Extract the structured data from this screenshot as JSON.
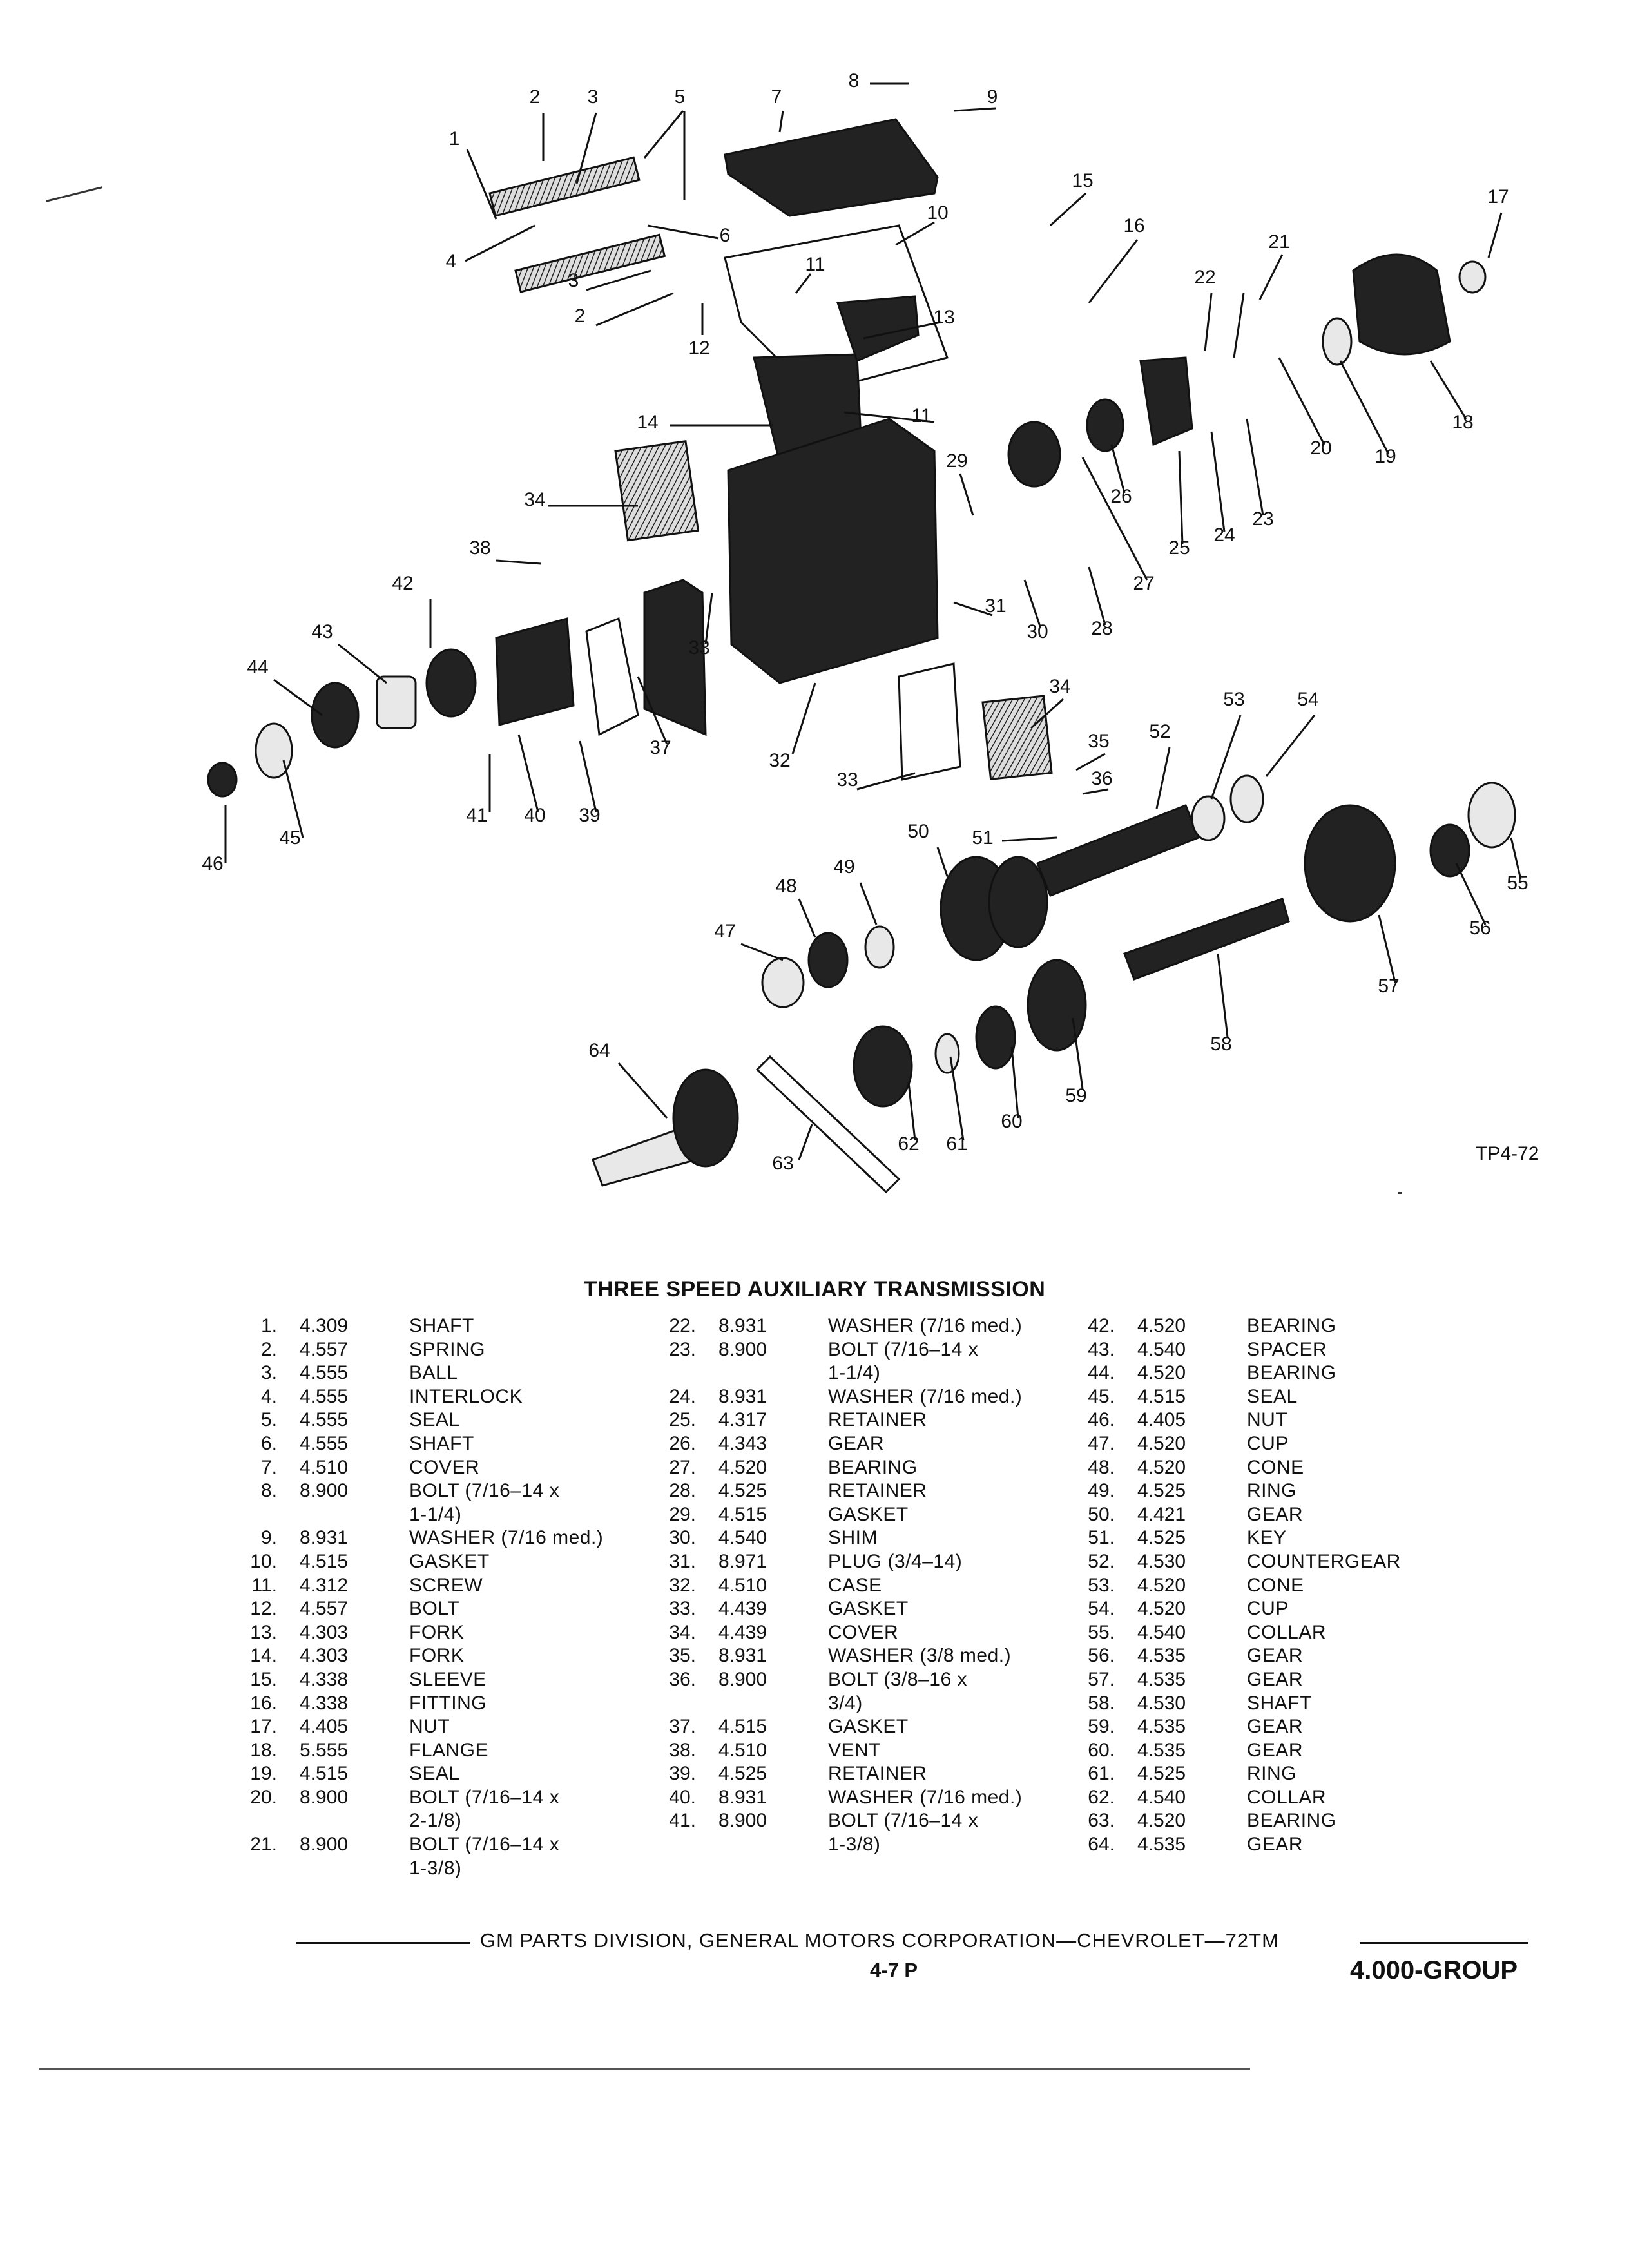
{
  "diagram": {
    "ref_code": "TP4-72",
    "callouts": [
      "1",
      "2",
      "3",
      "4",
      "5",
      "6",
      "7",
      "8",
      "9",
      "10",
      "11",
      "12",
      "13",
      "14",
      "15",
      "16",
      "17",
      "18",
      "19",
      "20",
      "21",
      "22",
      "23",
      "24",
      "25",
      "26",
      "27",
      "28",
      "29",
      "30",
      "31",
      "32",
      "33",
      "34",
      "35",
      "36",
      "37",
      "38",
      "39",
      "40",
      "41",
      "42",
      "43",
      "44",
      "45",
      "46",
      "47",
      "48",
      "49",
      "50",
      "51",
      "52",
      "53",
      "54",
      "55",
      "56",
      "57",
      "58",
      "59",
      "60",
      "61",
      "62",
      "63",
      "64"
    ]
  },
  "table_title": "THREE SPEED AUXILIARY TRANSMISSION",
  "parts_columns": [
    [
      {
        "num": "1.",
        "code": "4.309",
        "desc": "SHAFT"
      },
      {
        "num": "2.",
        "code": "4.557",
        "desc": "SPRING"
      },
      {
        "num": "3.",
        "code": "4.555",
        "desc": "BALL"
      },
      {
        "num": "4.",
        "code": "4.555",
        "desc": "INTERLOCK"
      },
      {
        "num": "5.",
        "code": "4.555",
        "desc": "SEAL"
      },
      {
        "num": "6.",
        "code": "4.555",
        "desc": "SHAFT"
      },
      {
        "num": "7.",
        "code": "4.510",
        "desc": "COVER"
      },
      {
        "num": "8.",
        "code": "8.900",
        "desc": "BOLT (7/16–14 x"
      },
      {
        "num": "",
        "code": "",
        "desc": "1-1/4)"
      },
      {
        "num": "9.",
        "code": "8.931",
        "desc": "WASHER (7/16 med.)"
      },
      {
        "num": "10.",
        "code": "4.515",
        "desc": "GASKET"
      },
      {
        "num": "11.",
        "code": "4.312",
        "desc": "SCREW"
      },
      {
        "num": "12.",
        "code": "4.557",
        "desc": "BOLT"
      },
      {
        "num": "13.",
        "code": "4.303",
        "desc": "FORK"
      },
      {
        "num": "14.",
        "code": "4.303",
        "desc": "FORK"
      },
      {
        "num": "15.",
        "code": "4.338",
        "desc": "SLEEVE"
      },
      {
        "num": "16.",
        "code": "4.338",
        "desc": "FITTING"
      },
      {
        "num": "17.",
        "code": "4.405",
        "desc": "NUT"
      },
      {
        "num": "18.",
        "code": "5.555",
        "desc": "FLANGE"
      },
      {
        "num": "19.",
        "code": "4.515",
        "desc": "SEAL"
      },
      {
        "num": "20.",
        "code": "8.900",
        "desc": "BOLT (7/16–14 x"
      },
      {
        "num": "",
        "code": "",
        "desc": "2-1/8)"
      },
      {
        "num": "21.",
        "code": "8.900",
        "desc": "BOLT (7/16–14 x"
      },
      {
        "num": "",
        "code": "",
        "desc": "1-3/8)"
      }
    ],
    [
      {
        "num": "22.",
        "code": "8.931",
        "desc": "WASHER (7/16 med.)"
      },
      {
        "num": "23.",
        "code": "8.900",
        "desc": "BOLT (7/16–14 x"
      },
      {
        "num": "",
        "code": "",
        "desc": "1-1/4)"
      },
      {
        "num": "24.",
        "code": "8.931",
        "desc": "WASHER (7/16 med.)"
      },
      {
        "num": "25.",
        "code": "4.317",
        "desc": "RETAINER"
      },
      {
        "num": "26.",
        "code": "4.343",
        "desc": "GEAR"
      },
      {
        "num": "27.",
        "code": "4.520",
        "desc": "BEARING"
      },
      {
        "num": "28.",
        "code": "4.525",
        "desc": "RETAINER"
      },
      {
        "num": "29.",
        "code": "4.515",
        "desc": "GASKET"
      },
      {
        "num": "30.",
        "code": "4.540",
        "desc": "SHIM"
      },
      {
        "num": "31.",
        "code": "8.971",
        "desc": "PLUG (3/4–14)"
      },
      {
        "num": "32.",
        "code": "4.510",
        "desc": "CASE"
      },
      {
        "num": "33.",
        "code": "4.439",
        "desc": "GASKET"
      },
      {
        "num": "34.",
        "code": "4.439",
        "desc": "COVER"
      },
      {
        "num": "35.",
        "code": "8.931",
        "desc": "WASHER (3/8 med.)"
      },
      {
        "num": "36.",
        "code": "8.900",
        "desc": "BOLT (3/8–16 x"
      },
      {
        "num": "",
        "code": "",
        "desc": "3/4)"
      },
      {
        "num": "37.",
        "code": "4.515",
        "desc": "GASKET"
      },
      {
        "num": "38.",
        "code": "4.510",
        "desc": "VENT"
      },
      {
        "num": "39.",
        "code": "4.525",
        "desc": "RETAINER"
      },
      {
        "num": "40.",
        "code": "8.931",
        "desc": "WASHER (7/16 med.)"
      },
      {
        "num": "41.",
        "code": "8.900",
        "desc": "BOLT (7/16–14 x"
      },
      {
        "num": "",
        "code": "",
        "desc": "1-3/8)"
      }
    ],
    [
      {
        "num": "42.",
        "code": "4.520",
        "desc": "BEARING"
      },
      {
        "num": "43.",
        "code": "4.540",
        "desc": "SPACER"
      },
      {
        "num": "44.",
        "code": "4.520",
        "desc": "BEARING"
      },
      {
        "num": "45.",
        "code": "4.515",
        "desc": "SEAL"
      },
      {
        "num": "46.",
        "code": "4.405",
        "desc": "NUT"
      },
      {
        "num": "47.",
        "code": "4.520",
        "desc": "CUP"
      },
      {
        "num": "48.",
        "code": "4.520",
        "desc": "CONE"
      },
      {
        "num": "49.",
        "code": "4.525",
        "desc": "RING"
      },
      {
        "num": "50.",
        "code": "4.421",
        "desc": "GEAR"
      },
      {
        "num": "51.",
        "code": "4.525",
        "desc": "KEY"
      },
      {
        "num": "52.",
        "code": "4.530",
        "desc": "COUNTERGEAR"
      },
      {
        "num": "53.",
        "code": "4.520",
        "desc": "CONE"
      },
      {
        "num": "54.",
        "code": "4.520",
        "desc": "CUP"
      },
      {
        "num": "55.",
        "code": "4.540",
        "desc": "COLLAR"
      },
      {
        "num": "56.",
        "code": "4.535",
        "desc": "GEAR"
      },
      {
        "num": "57.",
        "code": "4.535",
        "desc": "GEAR"
      },
      {
        "num": "58.",
        "code": "4.530",
        "desc": "SHAFT"
      },
      {
        "num": "59.",
        "code": "4.535",
        "desc": "GEAR"
      },
      {
        "num": "60.",
        "code": "4.535",
        "desc": "GEAR"
      },
      {
        "num": "61.",
        "code": "4.525",
        "desc": "RING"
      },
      {
        "num": "62.",
        "code": "4.540",
        "desc": "COLLAR"
      },
      {
        "num": "63.",
        "code": "4.520",
        "desc": "BEARING"
      },
      {
        "num": "64.",
        "code": "4.535",
        "desc": "GEAR"
      }
    ]
  ],
  "footer": {
    "publisher": "GM PARTS DIVISION, GENERAL MOTORS CORPORATION—CHEVROLET—72TM",
    "page": "4-7 P",
    "group": "4.000-GROUP"
  }
}
